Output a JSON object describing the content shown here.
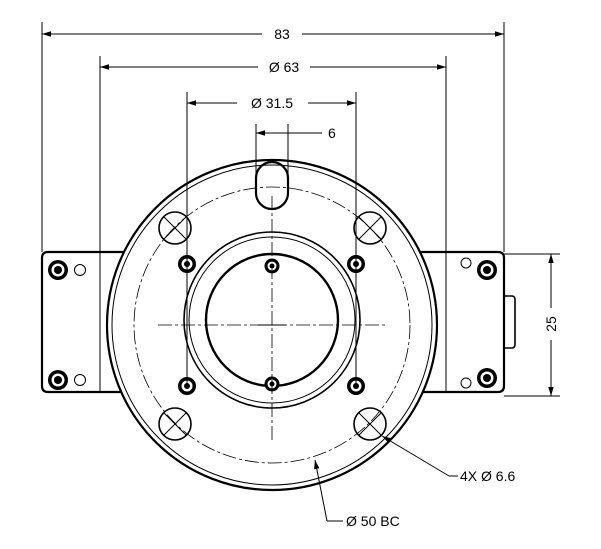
{
  "dimensions": {
    "overall_width": "83",
    "bolt_circle_diameter_outer": "Ø 63",
    "bore_diameter": "Ø 31.5",
    "slot_width": "6",
    "mount_height": "25",
    "hole_callout": "4X Ø 6.6",
    "bc_callout": "Ø 50 BC"
  }
}
